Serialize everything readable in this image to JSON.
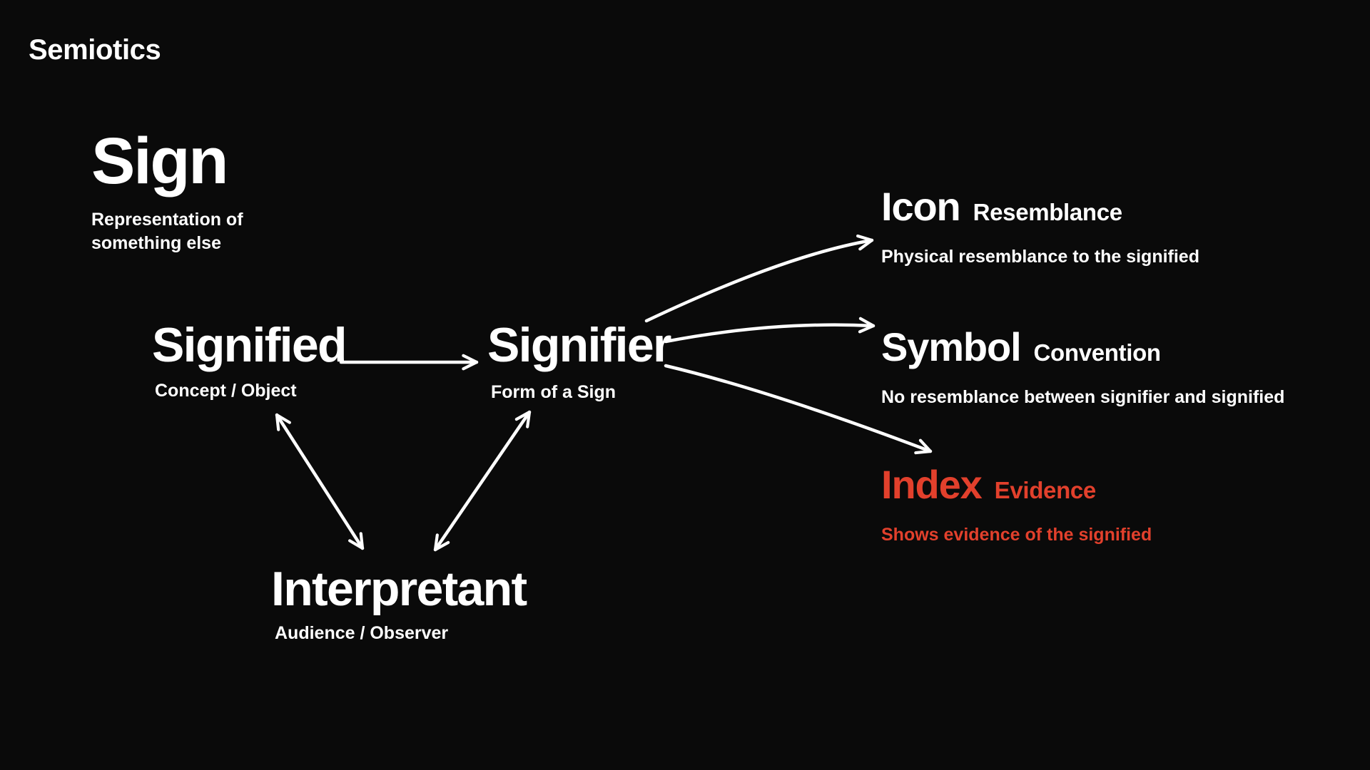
{
  "title": "Semiotics",
  "colors": {
    "background": "#0a0a0a",
    "text": "#ffffff",
    "accent_red": "#e2402c"
  },
  "diagram": {
    "sign": {
      "label": "Sign",
      "description": "Representation of\nsomething else"
    },
    "signified": {
      "label": "Signified",
      "description": "Concept / Object"
    },
    "signifier": {
      "label": "Signifier",
      "description": "Form of a Sign"
    },
    "interpretant": {
      "label": "Interpretant",
      "description": "Audience / Observer"
    }
  },
  "types": [
    {
      "label": "Icon",
      "tag": "Resemblance",
      "description": "Physical resemblance to the signified"
    },
    {
      "label": "Symbol",
      "tag": "Convention",
      "description": "No resemblance between signifier and signified"
    },
    {
      "label": "Index",
      "tag": "Evidence",
      "description": "Shows evidence of the signified"
    }
  ],
  "connections": [
    {
      "from": "Signified",
      "to": "Signifier",
      "bidirectional": false
    },
    {
      "from": "Signifier",
      "to": "Icon",
      "bidirectional": false
    },
    {
      "from": "Signifier",
      "to": "Symbol",
      "bidirectional": false
    },
    {
      "from": "Signifier",
      "to": "Index",
      "bidirectional": false
    },
    {
      "from": "Signified",
      "to": "Interpretant",
      "bidirectional": true
    },
    {
      "from": "Signifier",
      "to": "Interpretant",
      "bidirectional": true
    }
  ]
}
